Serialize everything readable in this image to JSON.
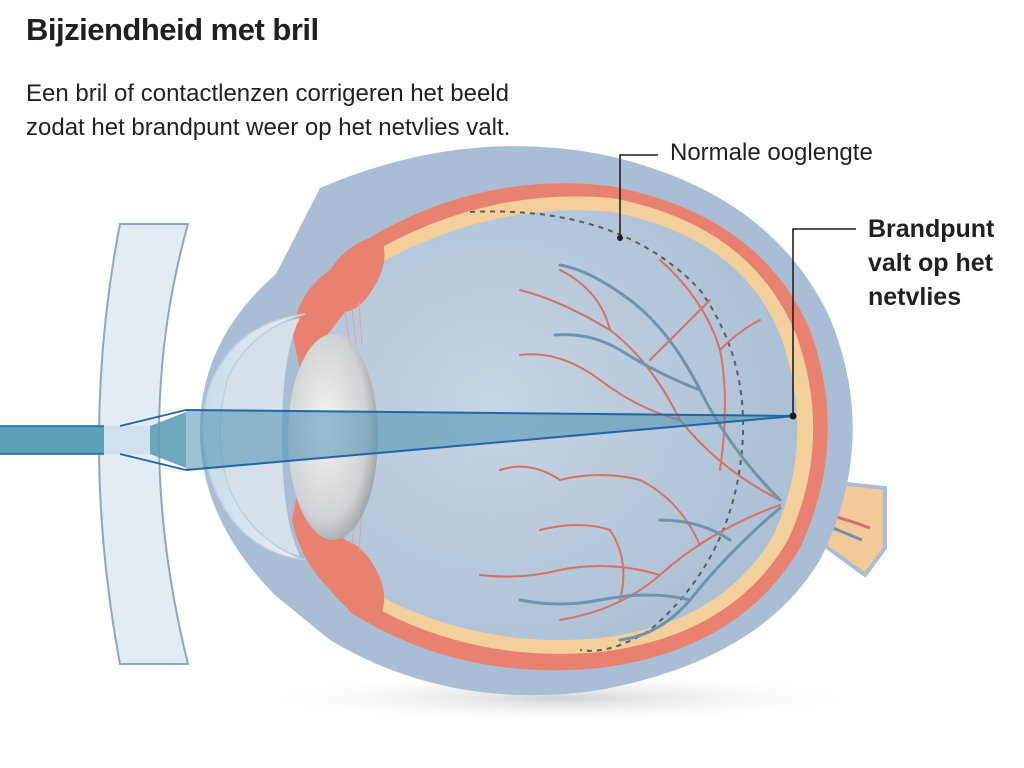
{
  "title": "Bijziendheid met bril",
  "subtitle": {
    "line1": "Een bril of contactlenzen corrigeren het beeld",
    "line2": "zodat het brandpunt weer op het netvlies valt."
  },
  "labels": {
    "normal_eye_length": "Normale ooglengte",
    "focal_point": {
      "line1": "Brandpunt",
      "line2": "valt op het",
      "line3": "netvlies"
    }
  },
  "colors": {
    "text": "#231f20",
    "sclera": "#a9bed5",
    "choroid": "#e8816f",
    "retina": "#f3cf9c",
    "vitreous": "#b3c8dc",
    "light_beam": "#5e9fb8",
    "beam_edge": "#1f66a8",
    "vessels": "#d97066",
    "lens": "#d9dcde",
    "glasses_lens": "#e3ecf2"
  }
}
